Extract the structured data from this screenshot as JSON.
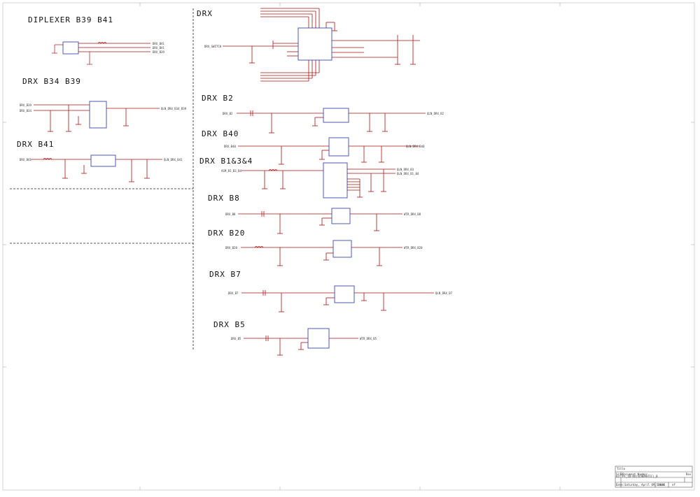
{
  "sections": {
    "diplexer": "DIPLEXER B39 B41",
    "drx_b34_b39": "DRX B34 B39",
    "drx_b41": "DRX B41",
    "drx": "DRX",
    "drx_b2": "DRX B2",
    "drx_b40": "DRX B40",
    "drx_b1_3_4": "DRX B1&3&4",
    "drx_b8": "DRX B8",
    "drx_b20": "DRX B20",
    "drx_b7": "DRX B7",
    "drx_b5": "DRX B5"
  },
  "nets": {
    "diplexer_out1": "DRX_B41",
    "diplexer_out2": "DRX_B41",
    "diplexer_out3": "DRX_B39",
    "b3439_in1": "DRX_B39",
    "b3439_in2": "DRX_B34",
    "b3439_out": "QLN_DRX_B34_B39",
    "b41_in": "DRX_B41",
    "b41_out": "QLN_DRX_B41",
    "drx_ant": "DRX_SWITCH",
    "b2_in": "DRX_B2",
    "b2_out": "QLN_DRX_B2",
    "b40_in": "DRX_B40",
    "b40_out": "QLN_DRX_B40",
    "b134_in": "ASM_B1_B3_B4",
    "b134_out1": "QLN_DRX_B3",
    "b134_out2": "QLN_DRX_B1_B4",
    "b8_in": "DRX_B8",
    "b8_out": "WTR_DRX_B8",
    "b20_in": "DRX_B20",
    "b20_out": "WTR_DRX_B20",
    "b7_in": "DRX_B7",
    "b7_out": "QLN_DRX_B7",
    "b5_in": "DRX_B5",
    "b5_out": "WTR_DRX_B5"
  },
  "title_block": {
    "title": "Title",
    "size": "Size",
    "size_value": "A3",
    "doc_label": "Document Number",
    "doc_value": "P1_10-RX(SCHEMATIC)_B",
    "rev": "Rev",
    "date": "Date:",
    "date_value": "Saturday, April 09, 2016",
    "sheet": "Sheet",
    "of": "of"
  }
}
